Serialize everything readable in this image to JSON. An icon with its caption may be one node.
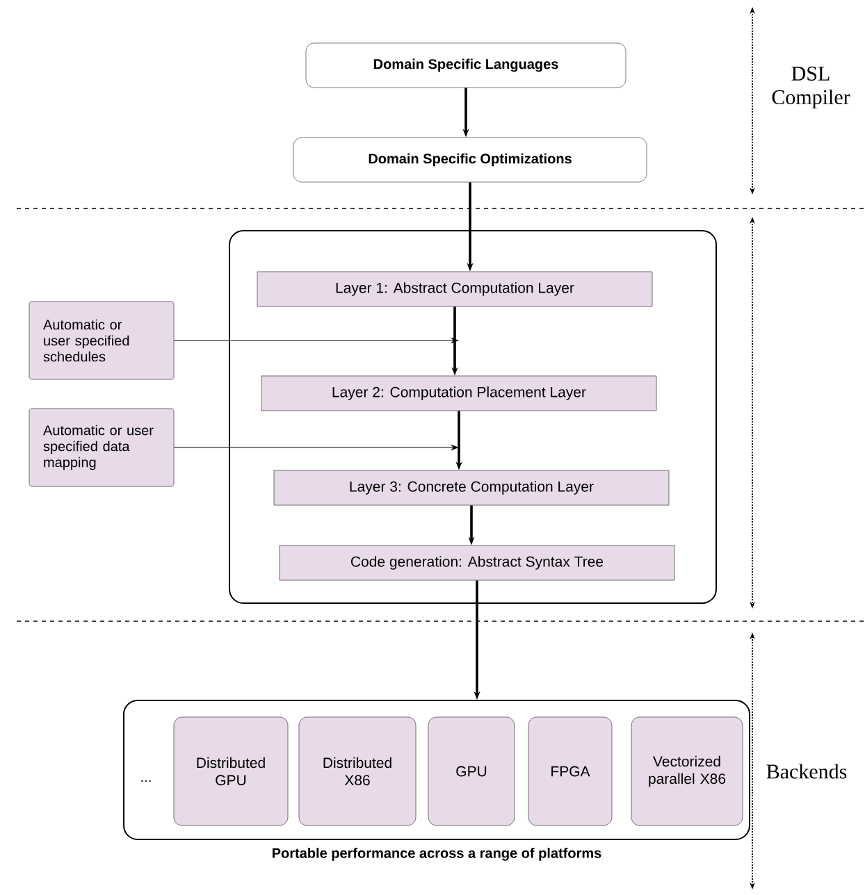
{
  "diagram": {
    "nodes": [
      {
        "text": [
          "Domain Specific Languages"
        ]
      },
      {
        "text": [
          "Domain Specific Optimizations"
        ]
      },
      {
        "text": [],
        "shape": "box"
      },
      {
        "text": [
          "Layer 1: Abstract Computation Layer"
        ],
        "in": 2
      },
      {
        "text": [
          "Layer 2: Computation Placement Layer"
        ],
        "in": 2
      },
      {
        "text": [
          "Layer 3: Concrete Computation Layer"
        ],
        "in": 2
      },
      {
        "text": [
          "Code generation: Abstract Syntax Tree"
        ],
        "in": 2
      },
      {
        "text": [
          "Automatic or user specified schedules"
        ]
      },
      {
        "text": [
          "Automatic or user specified data mapping"
        ]
      },
      {
        "text": [
          "Portable performance across a range of platforms"
        ]
      },
      {
        "text": [
          "Distributed GPU"
        ],
        "in": 9
      },
      {
        "text": [
          "Distributed X86"
        ],
        "in": 9
      },
      {
        "text": [
          "GPU"
        ],
        "in": 9
      },
      {
        "text": [
          "FPGA"
        ],
        "in": 9
      },
      {
        "text": [
          "Vectorized parallel X86"
        ],
        "in": 9
      }
    ],
    "edges": [
      {
        "from": 0,
        "to": 1,
        "arrow": "to"
      },
      {
        "from": 1,
        "to": 3,
        "arrow": "to"
      },
      {
        "from": 3,
        "to": 4,
        "arrow": "to"
      },
      {
        "from": 4,
        "to": 5,
        "arrow": "to"
      },
      {
        "from": 5,
        "to": 6,
        "arrow": "to"
      },
      {
        "from": 6,
        "to": 9,
        "arrow": "to"
      },
      {
        "from": 7,
        "to": null,
        "arrow": "to"
      },
      {
        "from": 8,
        "to": null,
        "arrow": "to"
      }
    ],
    "labels": [
      "DSL Compiler",
      "Backends",
      "..."
    ]
  }
}
